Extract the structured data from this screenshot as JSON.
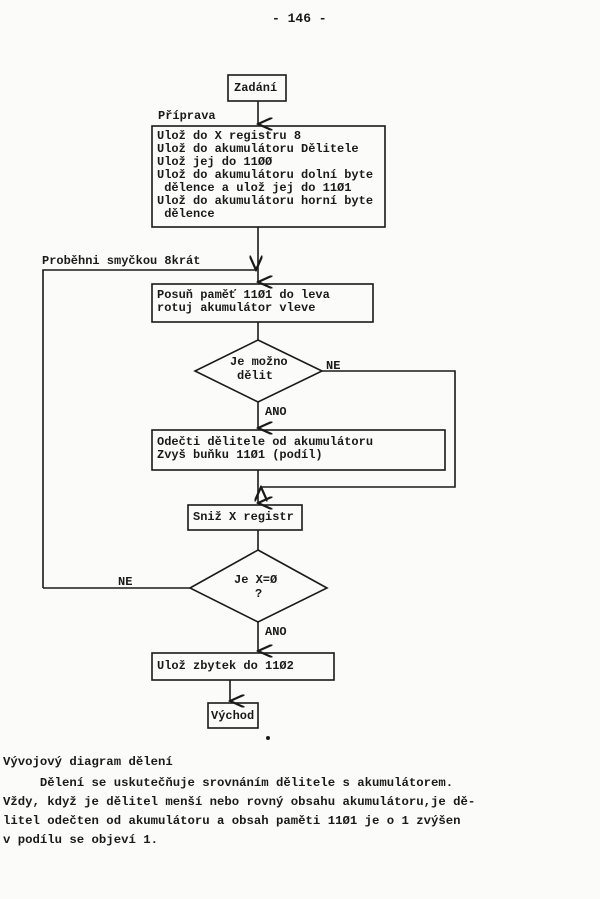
{
  "page_number": "- 146 -",
  "flowchart": {
    "start": "Zadání",
    "prep_label": "Příprava",
    "prep_steps": [
      "Ulož do X registru 8",
      "Ulož do akumulátoru Dělitele",
      "Ulož jej do 11ØØ",
      "Ulož do akumulátoru dolní byte",
      " dělence a ulož jej do 11Ø1",
      "Ulož do akumulátoru horní byte",
      " dělence"
    ],
    "loop_label": "Proběhni smyčkou 8krát",
    "shift_steps": [
      "Posuň paměť 11Ø1 do leva",
      "rotuj akumulátor vleve"
    ],
    "decision1": [
      "Je možno",
      "dělit"
    ],
    "decision1_no": "NE",
    "decision1_yes": "ANO",
    "subtract_steps": [
      "Odečti dělitele od akumulátoru",
      "Zvyš buňku 11Ø1 (podíl)"
    ],
    "decrement": "Sniž X registr",
    "decision2": [
      "Je X=Ø",
      "?"
    ],
    "decision2_no": "NE",
    "decision2_yes": "ANO",
    "store_rest": "Ulož zbytek do 11Ø2",
    "end": "Východ"
  },
  "caption": "Vývojový diagram dělení",
  "paragraph": [
    "     Dělení se uskutečňuje srovnáním dělitele s akumulátorem.",
    "Vždy, když je dělitel menší nebo rovný obsahu akumulátoru,je dě-",
    "litel odečten od akumulátoru a obsah paměti 11Ø1 je o 1 zvýšen",
    "v podílu se objeví 1."
  ]
}
